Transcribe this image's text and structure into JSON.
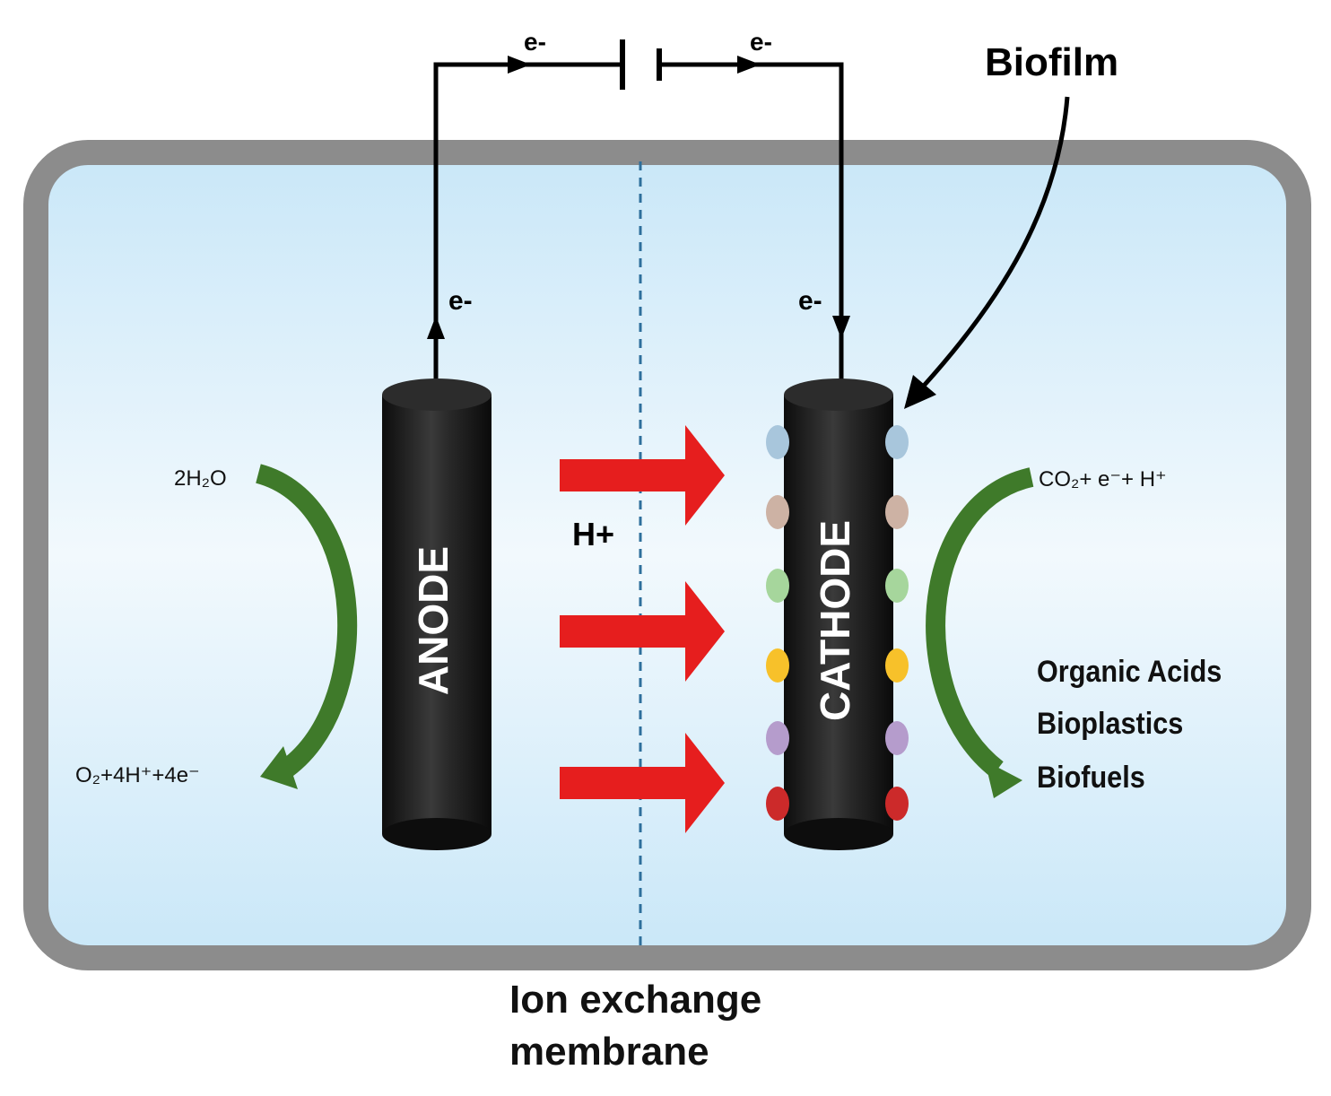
{
  "electron_labels": [
    "e-",
    "e-",
    "e-",
    "e-"
  ],
  "biofilm_label": "Biofilm",
  "anode_label": "ANODE",
  "cathode_label": "CATHODE",
  "proton_label": "H+",
  "anode_reaction": {
    "reactant": "2H₂O",
    "product": "O₂+4H⁺+4e⁻"
  },
  "cathode_reaction": {
    "reactant": "CO₂+ e⁻+ H⁺",
    "products": [
      "Organic Acids",
      "Bioplastics",
      "Biofuels"
    ]
  },
  "membrane_label": [
    "Ion exchange",
    "membrane"
  ],
  "colors": {
    "electrolyte": "#cfe9f7",
    "frame": "#8c8c8c",
    "electrode": "#1b1b1b",
    "proton_arrow": "#e61e1e",
    "reaction_arrow": "#3f7a2a",
    "membrane": "#2e6f9c",
    "biofilm_dots": [
      "#a8c6dc",
      "#cdb2a4",
      "#a6d69c",
      "#f7c12a",
      "#b59ccc",
      "#cc2a2a"
    ]
  }
}
